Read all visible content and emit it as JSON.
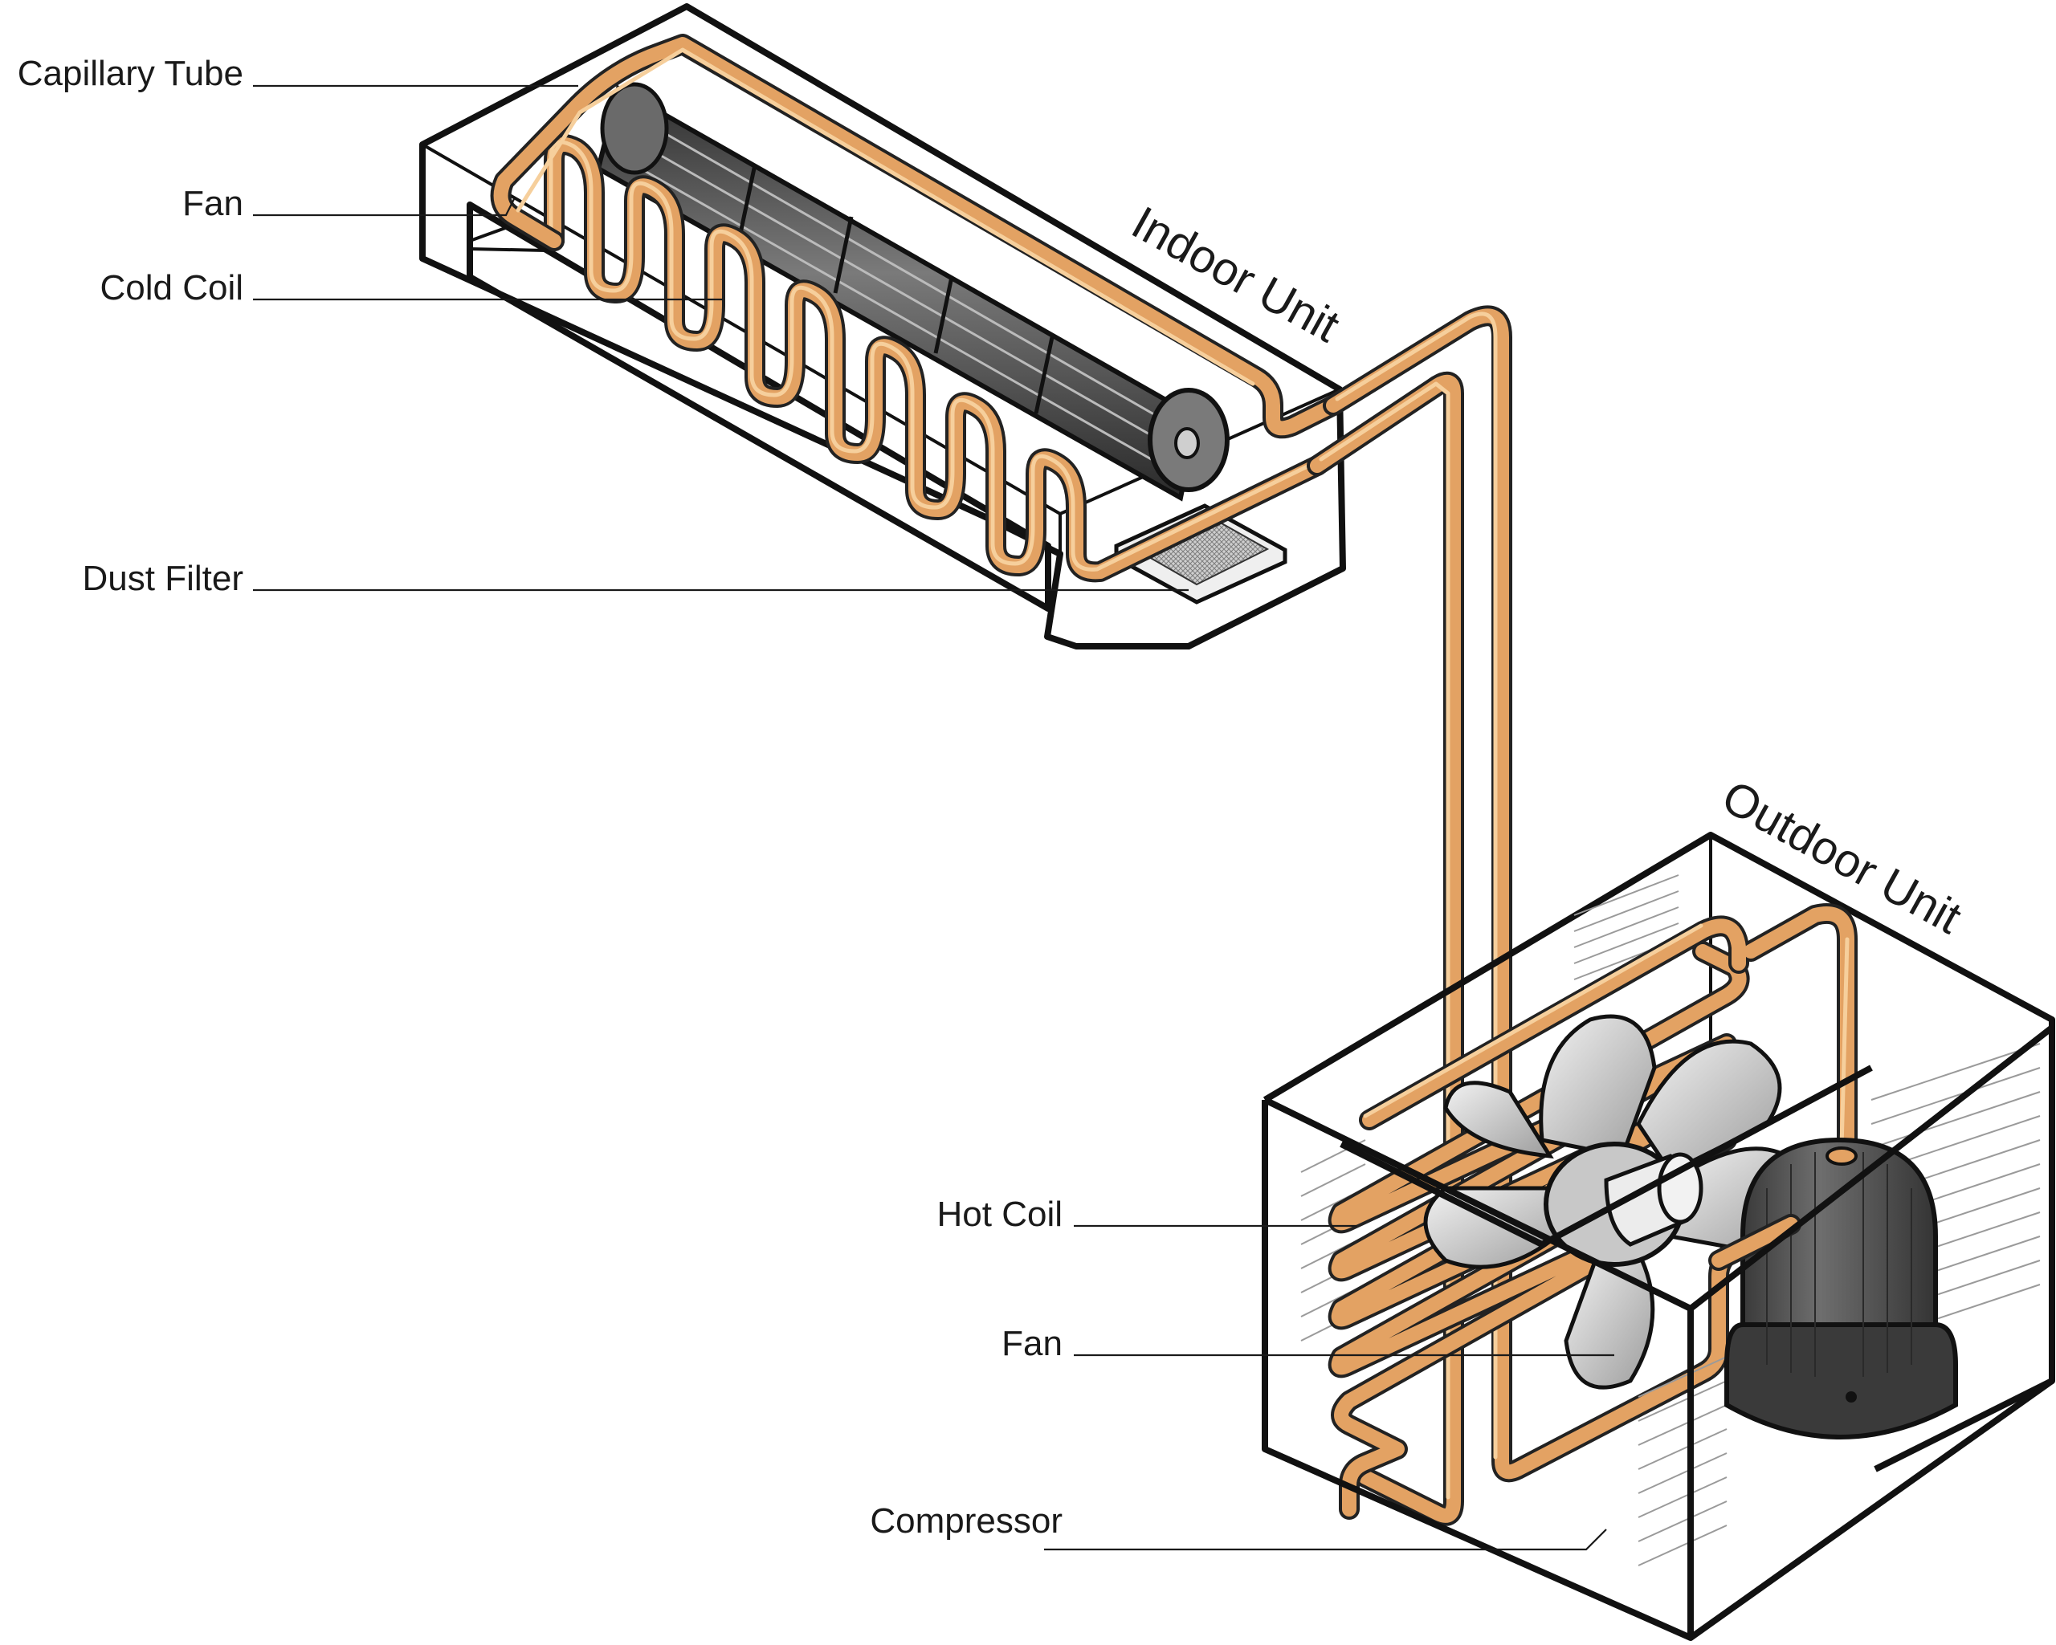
{
  "units": {
    "indoor": "Indoor Unit",
    "outdoor": "Outdoor Unit"
  },
  "labels": {
    "capillary_tube": "Capillary Tube",
    "indoor_fan": "Fan",
    "cold_coil": "Cold Coil",
    "dust_filter": "Dust Filter",
    "hot_coil": "Hot Coil",
    "outdoor_fan": "Fan",
    "compressor": "Compressor"
  },
  "colors": {
    "copper_pipe": "#e3a263",
    "outline": "#111111",
    "fan_drum": "#4a4a4a",
    "compressor": "#555555",
    "fan_blade": "#d9d9d9"
  }
}
